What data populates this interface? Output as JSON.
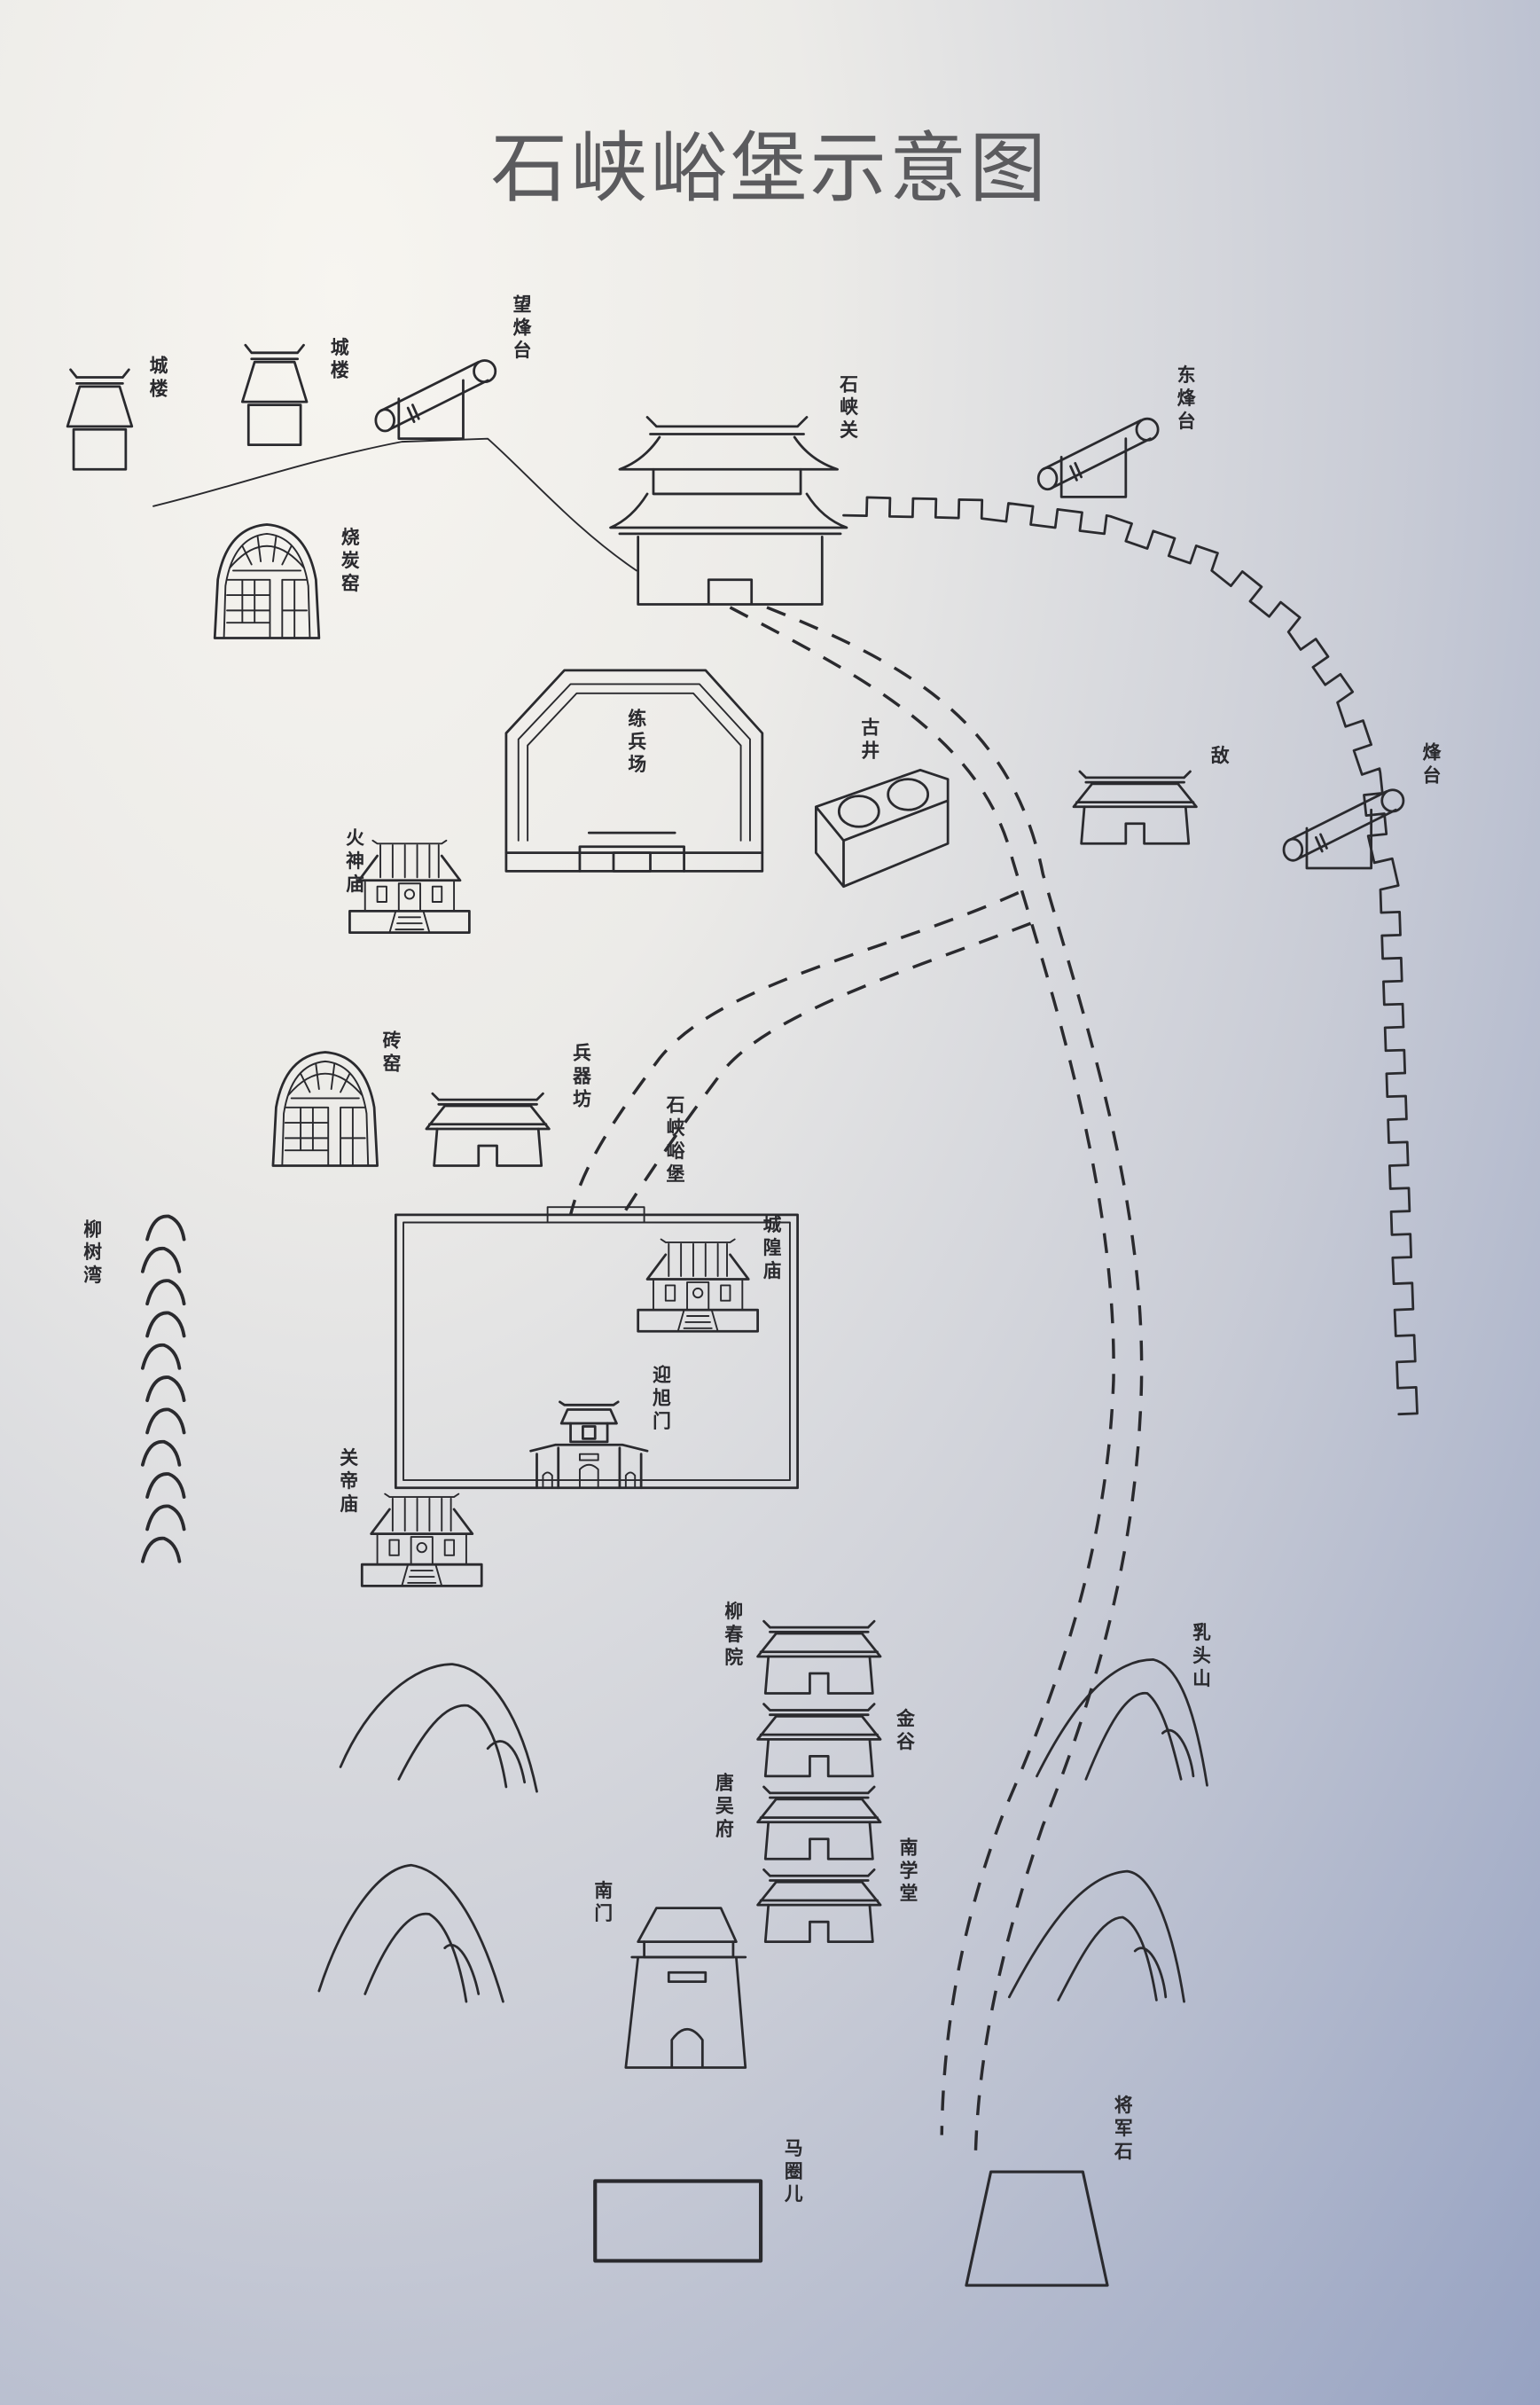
{
  "title": "石峡峪堡示意图",
  "labels": {
    "chenglou_1": "城楼",
    "chenglou_2": "城楼",
    "wang_fengtai": "望烽台",
    "shaotan_yao": "烧炭窑",
    "shixia_guan": "石峡关",
    "dong_fengtai": "东烽台",
    "lianbing_chang": "练兵场",
    "gu_jing": "古井",
    "huoshen_miao": "火神庙",
    "di": "敌",
    "fengtai": "烽台",
    "zhuan_yao": "砖窑",
    "bingqi_fang": "兵器坊",
    "shixiayu_bao": "石峡峪堡",
    "chenghuang_miao": "城隍庙",
    "yingxu_men": "迎旭门",
    "guandi_miao": "关帝庙",
    "liushu_wan": "柳树湾",
    "liuchun_yuan": "柳春院",
    "jin_gu": "金谷",
    "tangwu_fu": "唐吴府",
    "nan_xuetang": "南学堂",
    "nan_men": "南门",
    "rutou_shan": "乳头山",
    "majuan_er": "马圈儿",
    "jiangjun_shi": "将军石"
  },
  "colors": {
    "ink": "#2a2a2e",
    "title": "#5b5b5e",
    "bg_light": "#f7f5f0",
    "bg_dark": "#96a2c2"
  }
}
